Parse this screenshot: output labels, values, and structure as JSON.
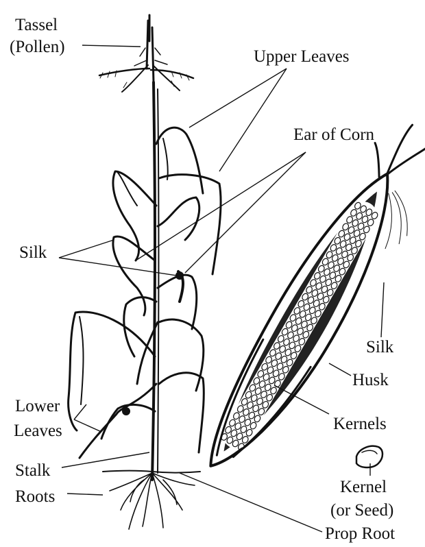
{
  "labels": {
    "tassel_line1": "Tassel",
    "tassel_line2": "(Pollen)",
    "upper_leaves": "Upper Leaves",
    "ear_of_corn": "Ear of Corn",
    "silk_left": "Silk",
    "silk_right": "Silk",
    "husk": "Husk",
    "kernels": "Kernels",
    "lower_leaves_line1": "Lower",
    "lower_leaves_line2": "Leaves",
    "stalk": "Stalk",
    "roots": "Roots",
    "kernel_line1": "Kernel",
    "kernel_line2": "(or Seed)",
    "prop_root": "Prop Root"
  }
}
